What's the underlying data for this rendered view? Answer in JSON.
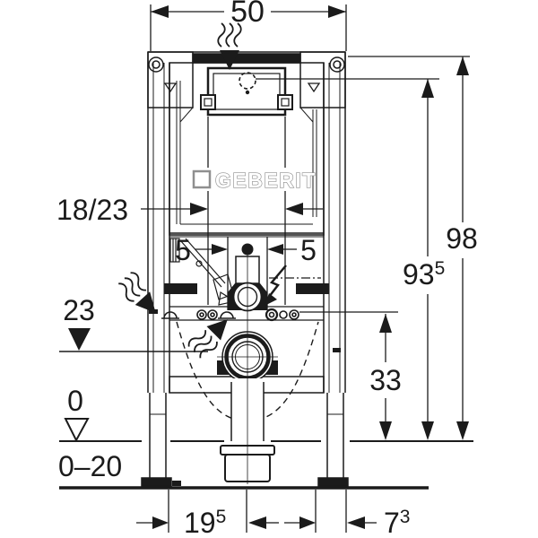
{
  "document": {
    "type": "installation technical drawing",
    "brand_logo": "GEBERIT"
  },
  "dimensions": {
    "top_width": "50",
    "flush_bend_depth": "18/23",
    "offset_left": "5",
    "offset_right": "5",
    "supply_level": "23",
    "floor_level": "0",
    "floor_buildup_range": "0–20",
    "outlet_distance": {
      "value": "19",
      "superscript": "5"
    },
    "side_distance": {
      "value": "7",
      "superscript": "3"
    },
    "connection_height": "33",
    "actuator_height": {
      "value": "93",
      "superscript": "5"
    },
    "frame_height": "98"
  }
}
